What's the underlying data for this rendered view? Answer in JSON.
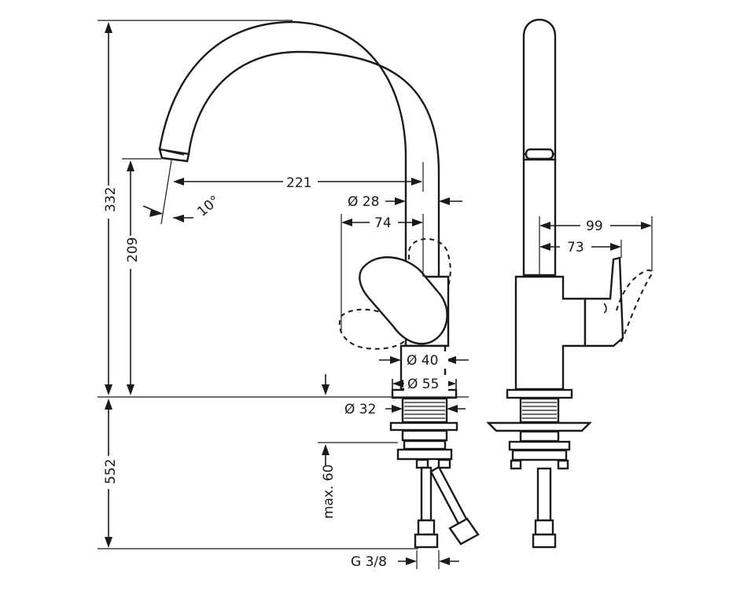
{
  "dimensions": {
    "total_height": "332",
    "spout_height": "209",
    "below_deck": "552",
    "reach": "221",
    "spout_diameter": "Ø 28",
    "handle_reach": "74",
    "angle": "10°",
    "body_diameter": "Ø 40",
    "base_diameter": "Ø 55",
    "hole_diameter": "Ø 32",
    "max_thickness": "max. 60",
    "connection": "G 3/8",
    "side_handle_swing": "99",
    "side_handle_depth": "73"
  }
}
